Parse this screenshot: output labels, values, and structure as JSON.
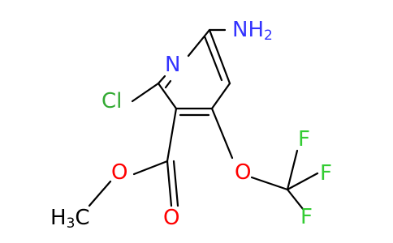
{
  "molecule": {
    "atoms": {
      "amino": {
        "label": "NH",
        "sub": "2",
        "color": "#3333ff"
      },
      "ring_n": {
        "label": "N",
        "color": "#3333ff"
      },
      "chloro": {
        "label": "Cl",
        "color": "#33aa33"
      },
      "carbonyl_o": {
        "label": "O",
        "color": "#ff0000"
      },
      "ester_o": {
        "label": "O",
        "color": "#ff0000"
      },
      "methyl": {
        "label": "H",
        "sub": "3",
        "tail": "C",
        "color": "#000000"
      },
      "ether_o": {
        "label": "O",
        "color": "#ff0000"
      },
      "f_top": {
        "label": "F",
        "color": "#33cc33"
      },
      "f_mid": {
        "label": "F",
        "color": "#33cc33"
      },
      "f_bot": {
        "label": "F",
        "color": "#33cc33"
      }
    }
  }
}
